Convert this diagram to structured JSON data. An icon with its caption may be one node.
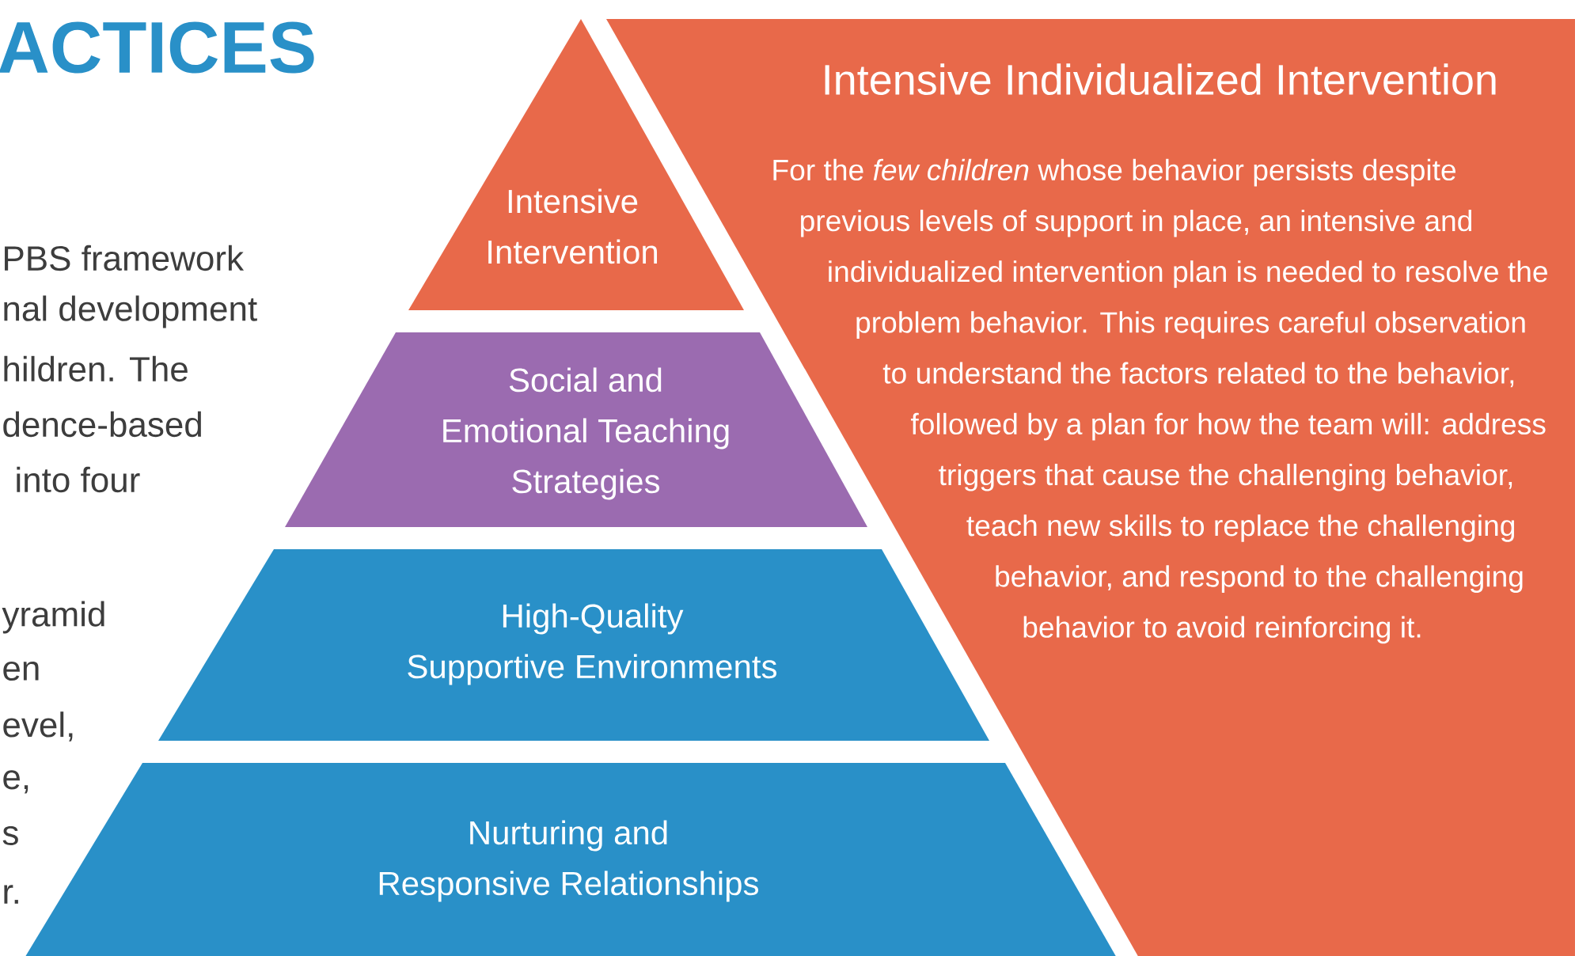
{
  "diagram": {
    "title": "ACTICES",
    "nodes": [
      {
        "text": [
          "Intensive Intervention"
        ]
      },
      {
        "text": [
          "Social and Emotional Teaching Strategies"
        ]
      },
      {
        "text": [
          "High-Quality Supportive Environments"
        ]
      },
      {
        "text": [
          "Nurturing and Responsive Relationships"
        ]
      },
      {
        "text": [
          "Intensive Individualized Intervention",
          "For the *few children* whose behavior persists despite previous levels of support in place, an intensive and individualized intervention plan is needed to resolve the problem behavior. This requires careful observation to understand the factors related to the behavior, followed by a plan for how the team will: address triggers that cause the challenging behavior, teach new skills to replace the challenging behavior, and respond to the challenging behavior to avoid reinforcing it."
        ]
      }
    ],
    "edges": [],
    "labels": [
      "PBS framework",
      "nal development",
      "hildren. The",
      "dence-based",
      "into four",
      "yramid",
      "en",
      "evel,",
      "e,",
      "s",
      "r."
    ]
  }
}
